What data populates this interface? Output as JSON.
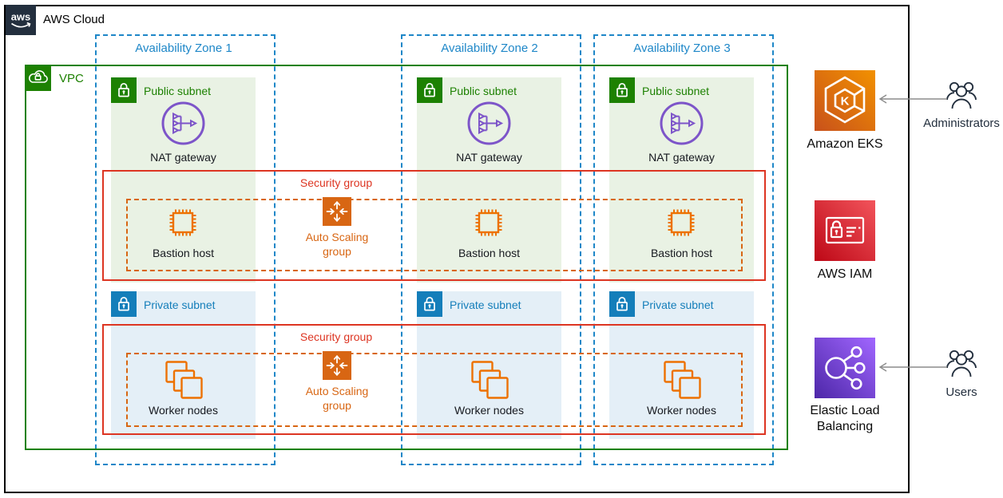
{
  "logo_text": "aws",
  "title": "AWS Cloud",
  "vpc": {
    "label": "VPC"
  },
  "zones": [
    {
      "label": "Availability Zone 1"
    },
    {
      "label": "Availability Zone 2"
    },
    {
      "label": "Availability Zone 3"
    }
  ],
  "labels": {
    "public_subnet": "Public subnet",
    "private_subnet": "Private subnet",
    "nat_gateway": "NAT gateway",
    "bastion_host": "Bastion host",
    "worker_nodes": "Worker nodes",
    "security_group": "Security group",
    "auto_scaling_group": "Auto Scaling group"
  },
  "services": [
    {
      "name": "Amazon EKS",
      "icon_letter": "K"
    },
    {
      "name": "AWS IAM"
    },
    {
      "name": "Elastic Load Balancing"
    }
  ],
  "actors": [
    {
      "name": "Administrators"
    },
    {
      "name": "Users"
    }
  ],
  "colors": {
    "aws_dark": "#232F3E",
    "vpc_green": "#1D8102",
    "public_subnet_bg": "#E9F2E4",
    "az_blue": "#1E87C8",
    "private_blue": "#147EBA",
    "private_subnet_bg": "#E4EFF7",
    "security_red": "#DD3522",
    "asg_orange": "#D86613",
    "resource_orange": "#ED7100",
    "nat_purple": "#7D55C9",
    "arrow_gray": "#8C8C8C"
  }
}
